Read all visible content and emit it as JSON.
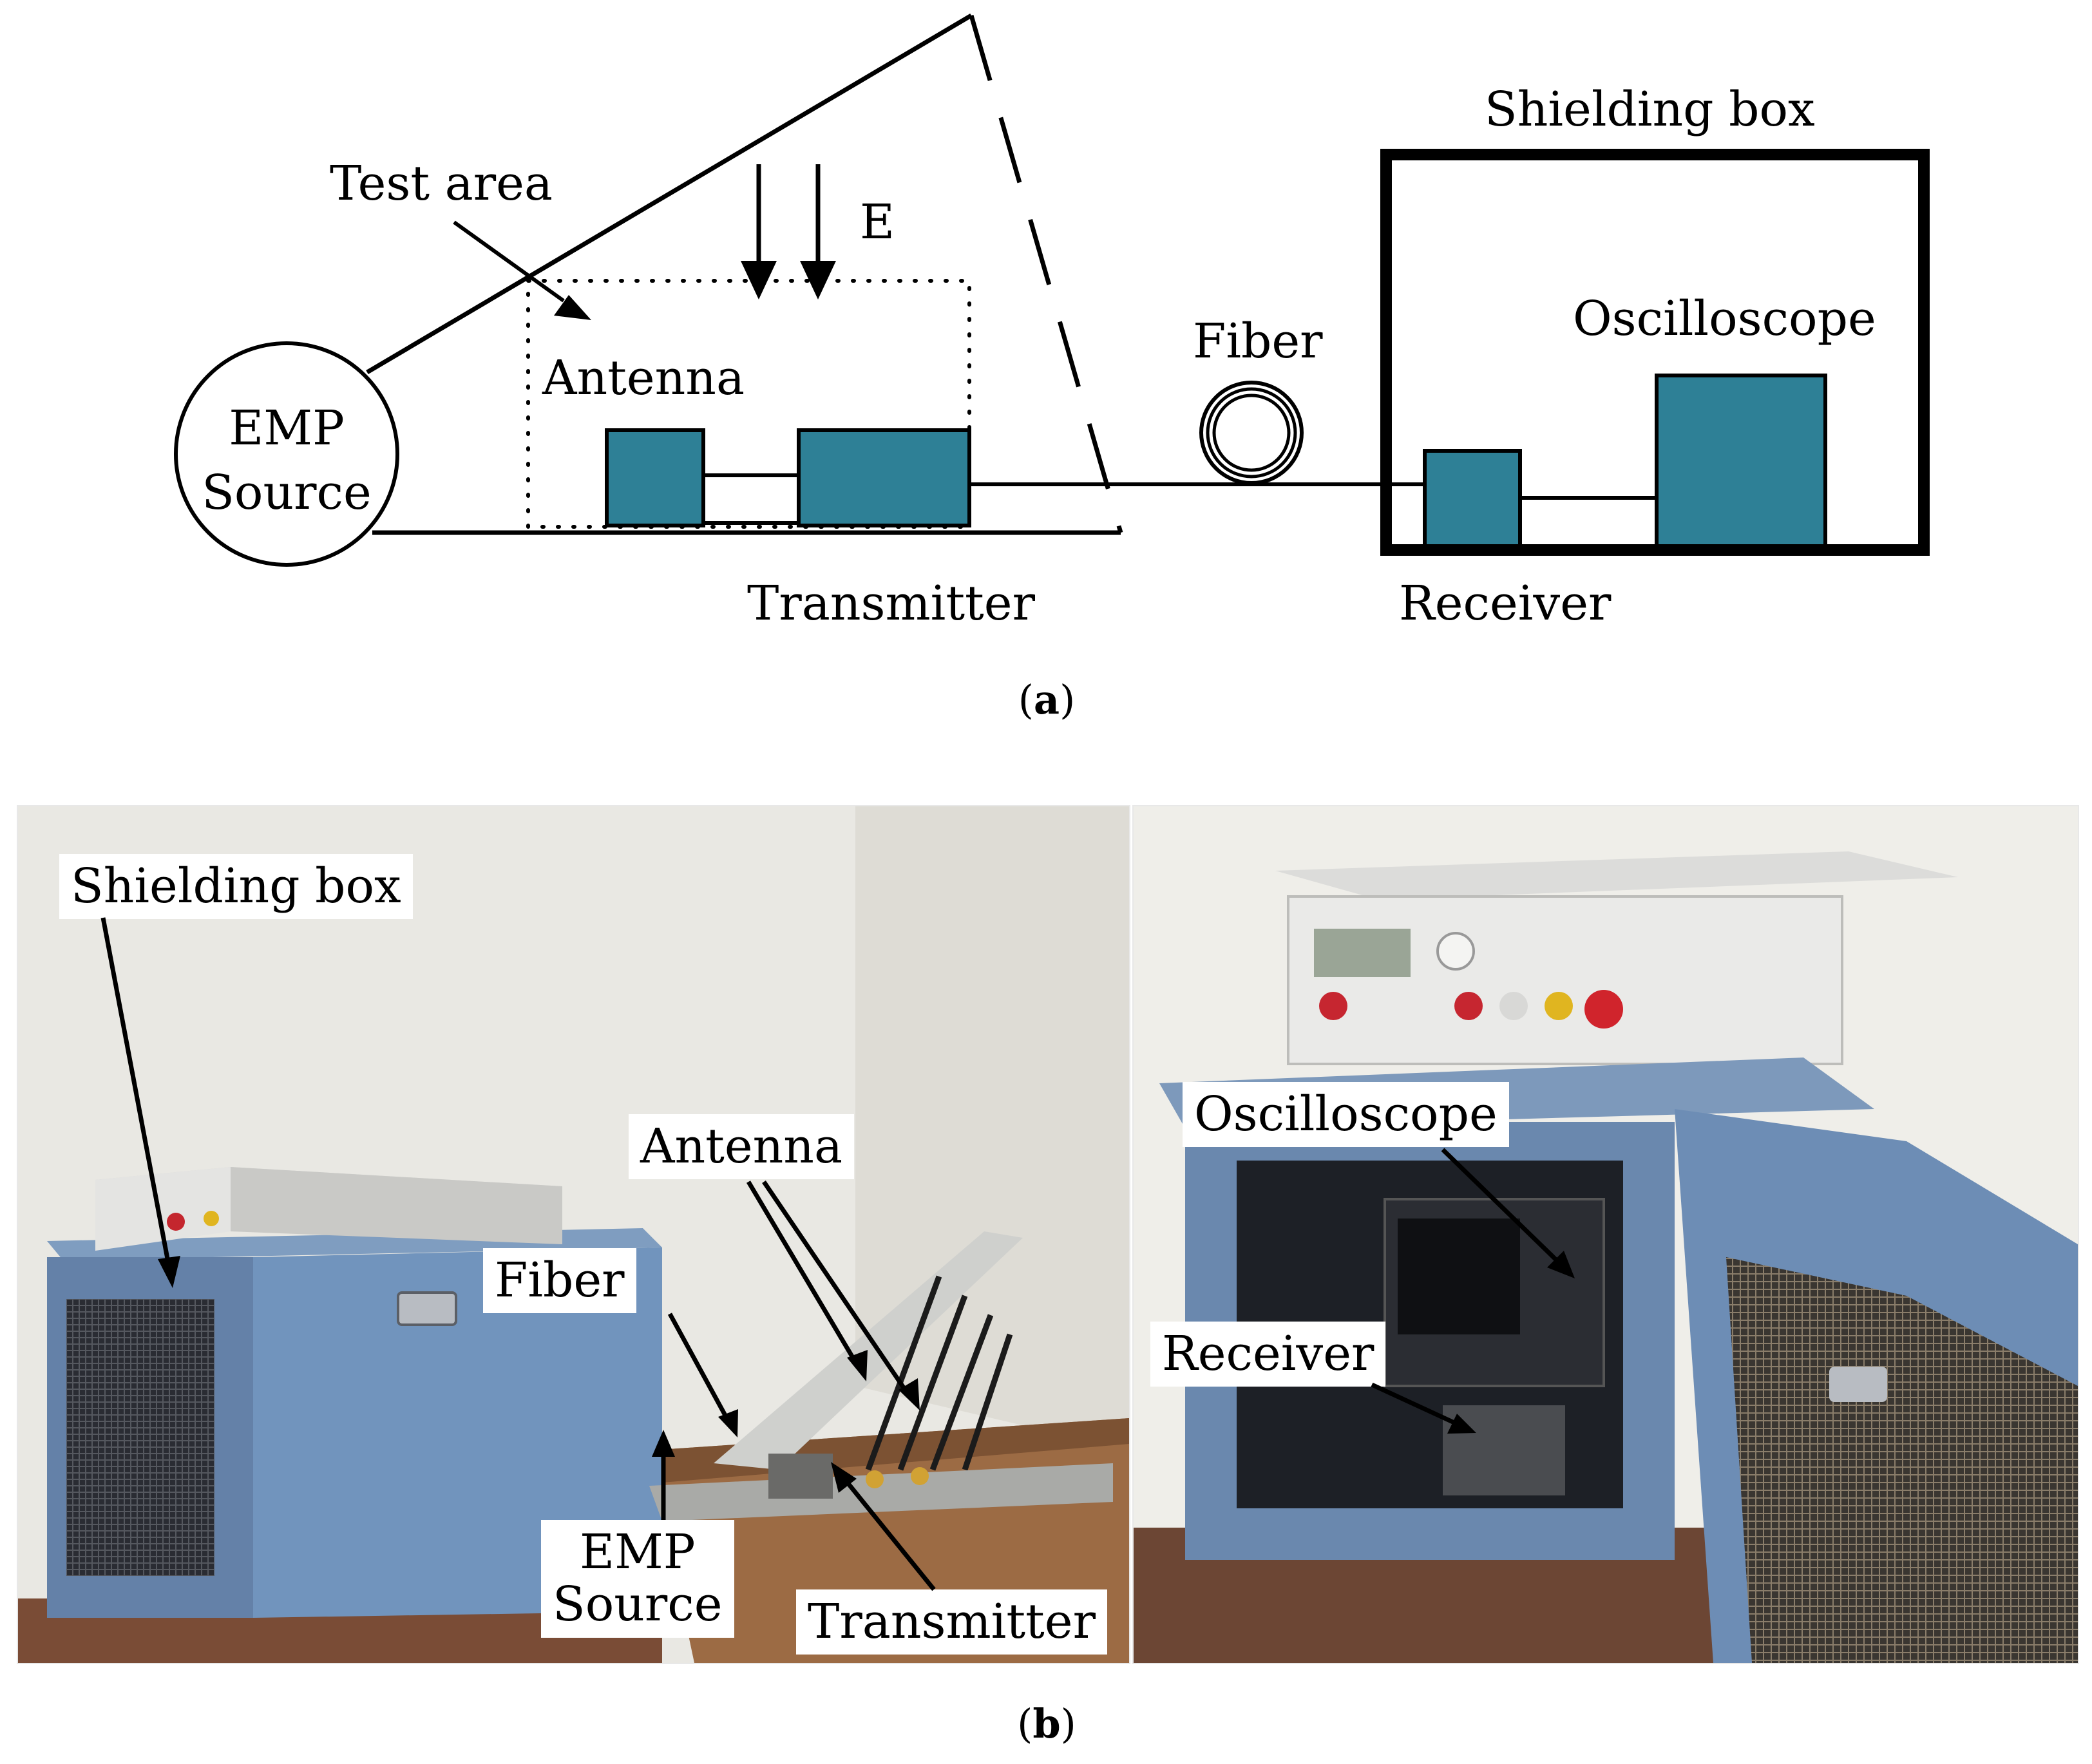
{
  "figure_a": {
    "caption_letter": "a",
    "labels": {
      "test_area": "Test area",
      "e_field": "E",
      "antenna": "Antenna",
      "emp_source_line1": "EMP",
      "emp_source_line2": "Source",
      "transmitter": "Transmitter",
      "fiber": "Fiber",
      "shielding_box": "Shielding box",
      "oscilloscope": "Oscilloscope",
      "receiver": "Receiver"
    },
    "colors": {
      "device": "#2e8096",
      "line": "#000000"
    }
  },
  "figure_b": {
    "caption_letter": "b",
    "left_photo_labels": {
      "shielding_box": "Shielding box",
      "antenna": "Antenna",
      "fiber": "Fiber",
      "emp_source_line1": "EMP",
      "emp_source_line2": "Source",
      "transmitter": "Transmitter"
    },
    "right_photo_labels": {
      "oscilloscope": "Oscilloscope",
      "receiver": "Receiver"
    },
    "colors": {
      "cabinet_blue": "#6f8fb4",
      "wall": "#e9e8e3",
      "desk": "#9c6b44"
    }
  }
}
